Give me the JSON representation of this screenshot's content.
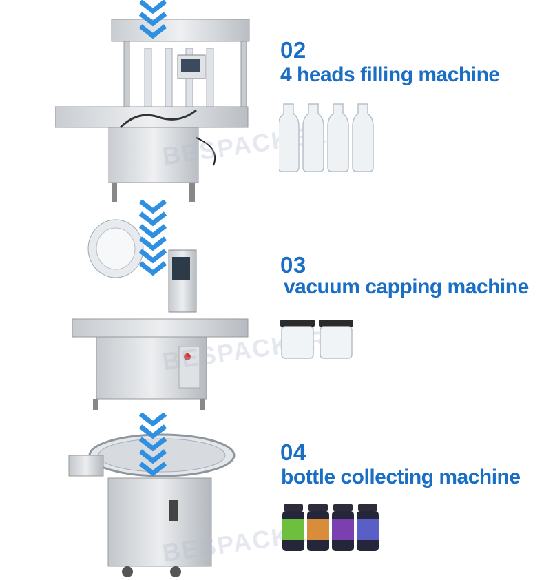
{
  "steps": [
    {
      "number": "02",
      "title": "4 heads filling machine"
    },
    {
      "number": "03",
      "title": "vacuum capping machine"
    },
    {
      "number": "04",
      "title": "bottle collecting machine"
    }
  ],
  "watermark": "BESPACKER",
  "colors": {
    "accent": "#1a6fc4",
    "arrow": "#2f8fe0"
  }
}
